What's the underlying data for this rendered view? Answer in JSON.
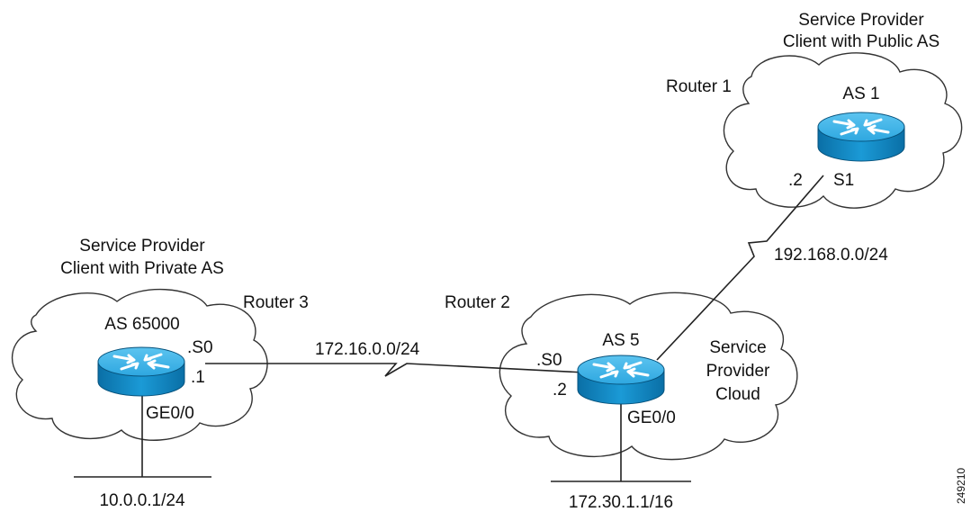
{
  "router1": {
    "title_line1": "Service Provider",
    "title_line2": "Client with Public AS",
    "name": "Router 1",
    "as": "AS 1",
    "iface_ip": ".2",
    "iface": "S1"
  },
  "router2": {
    "name": "Router 2",
    "as": "AS 5",
    "s0": ".S0",
    "s0_ip": ".2",
    "ge": "GE0/0",
    "cloud_line1": "Service",
    "cloud_line2": "Provider",
    "cloud_line3": "Cloud",
    "lan": "172.30.1.1/16"
  },
  "router3": {
    "title_line1": "Service Provider",
    "title_line2": "Client with Private AS",
    "name": "Router 3",
    "as": "AS 65000",
    "s0": ".S0",
    "s0_ip": ".1",
    "ge": "GE0/0",
    "lan": "10.0.0.1/24"
  },
  "links": {
    "r3_r2": "172.16.0.0/24",
    "r2_r1": "192.168.0.0/24"
  },
  "figure_id": "249210"
}
